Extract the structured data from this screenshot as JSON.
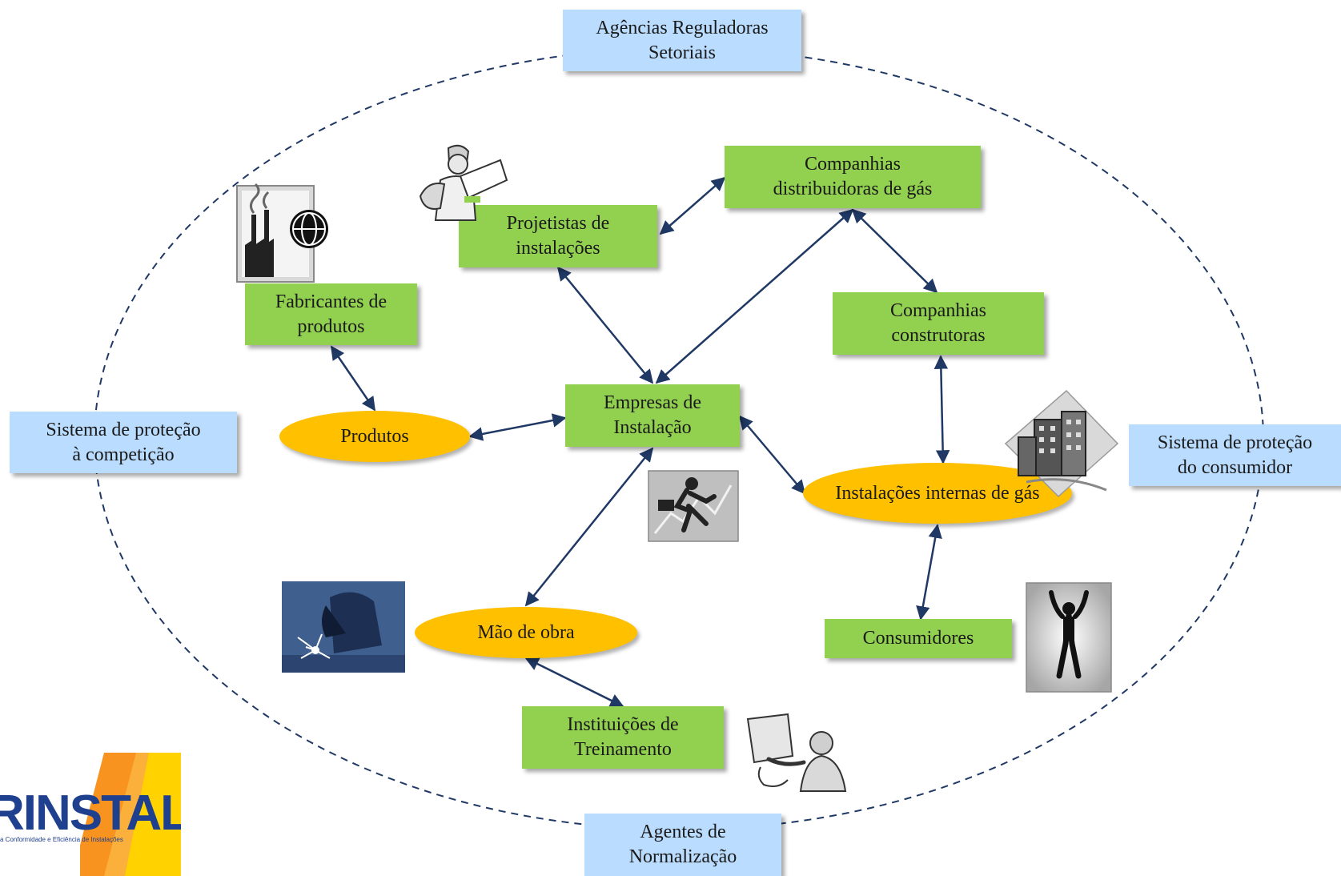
{
  "title": "",
  "colors": {
    "green": "#92d050",
    "blue": "#b9dcff",
    "orange": "#ffc000",
    "arrow": "#1f3864",
    "logo_blue": "#1f3f8f",
    "logo_orange": "#f7931e"
  },
  "nodes": {
    "agencias": "Agências Reguladoras\nSetoriais",
    "companhias_dist": "Companhias\ndistribuidoras de gás",
    "projetistas": "Projetistas de\ninstalações",
    "fabricantes": "Fabricantes de\nprodutos",
    "construtoras": "Companhias\nconstrutoras",
    "empresas": "Empresas de\nInstalação",
    "produtos": "Produtos",
    "competicao": "Sistema de proteção\nà competição",
    "consumidor_sys": "Sistema de proteção\ndo consumidor",
    "instalacoes": "Instalações internas de gás",
    "mao_obra": "Mão de obra",
    "consumidores": "Consumidores",
    "instituicoes": "Instituições de\nTreinamento",
    "normalizacao": "Agentes de\nNormalização"
  },
  "icons": {
    "engineer": "engineer-with-plans-icon",
    "factory": "factory-globe-icon",
    "buildings": "buildings-icon",
    "runner": "businessman-running-icon",
    "welder": "welder-icon",
    "celebrate": "person-arms-raised-icon",
    "presenter": "presenter-icon"
  },
  "logo": {
    "name": "RINSTAL",
    "tagline": "a Conformidade e  Eficiência de Instalações"
  }
}
